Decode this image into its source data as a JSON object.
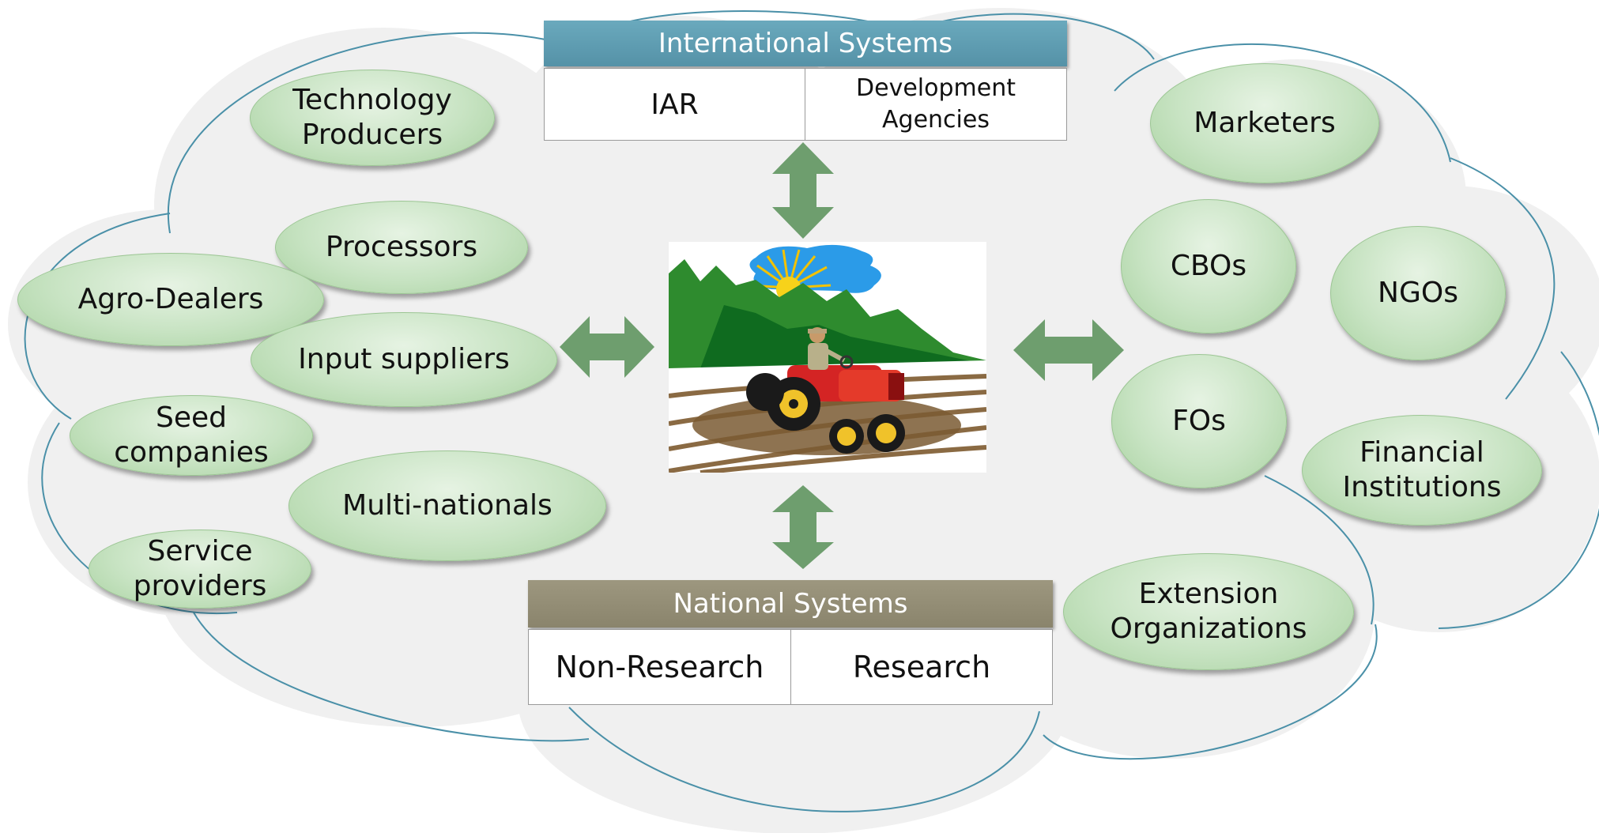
{
  "cloud_fill": "#f0f0f0",
  "cloud_stroke": "#4a90a8",
  "arrow_color": "#6e9e6e",
  "international": {
    "title": "International Systems",
    "left_cell": "IAR",
    "right_cell": "Development\nAgencies",
    "header_color": "#5f9fb3"
  },
  "national": {
    "title": "National Systems",
    "left_cell": "Non-Research",
    "right_cell": "Research",
    "header_color": "#938d78"
  },
  "center_image": {
    "icon": "farmer-on-tractor-clipart"
  },
  "left_actors": [
    "Technology\nProducers",
    "Processors",
    "Agro-Dealers",
    "Input suppliers",
    "Seed\ncompanies",
    "Multi-nationals",
    "Service\nproviders"
  ],
  "right_actors": [
    "Marketers",
    "CBOs",
    "NGOs",
    "FOs",
    "Financial\nInstitutions",
    "Extension\nOrganizations"
  ]
}
